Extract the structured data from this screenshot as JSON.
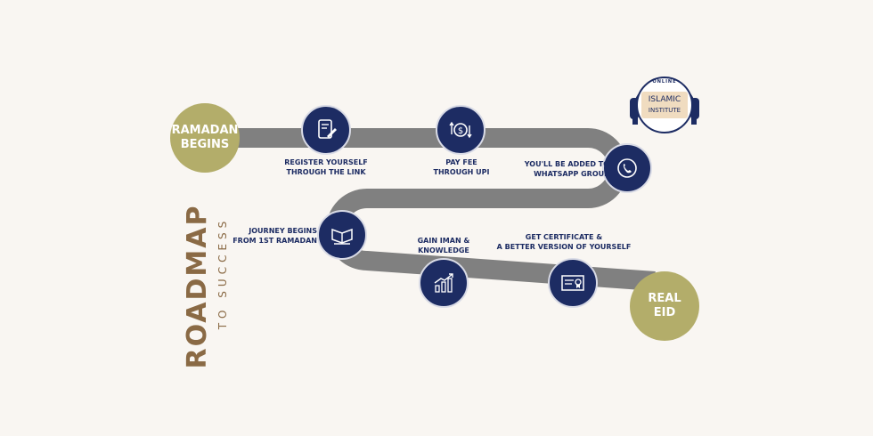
{
  "colors": {
    "background": "#f9f6f2",
    "road": "#808080",
    "step_circle": "#1d2c63",
    "endpoint": "#b3ad6a",
    "title": "#8a6a45"
  },
  "roadmap": {
    "title": "ROADMAP",
    "subtitle": "TO SUCCESS"
  },
  "start": {
    "label": "RAMADAN\nBEGINS"
  },
  "end": {
    "label": "REAL\nEID"
  },
  "steps": [
    {
      "icon": "register-form-icon",
      "label": "REGISTER YOURSELF\nTHROUGH THE LINK"
    },
    {
      "icon": "rupee-payment-icon",
      "label": "PAY FEE\nTHROUGH UPI"
    },
    {
      "icon": "whatsapp-phone-icon",
      "label": "YOU'LL BE ADDED TO\nWHATSAPP GROUP"
    },
    {
      "icon": "quran-book-icon",
      "label": "JOURNEY BEGINS\nFROM 1ST RAMADAN"
    },
    {
      "icon": "growth-chart-icon",
      "label": "GAIN IMAN &\nKNOWLEDGE"
    },
    {
      "icon": "certificate-icon",
      "label": "GET CERTIFICATE &\nA BETTER VERSION OF YOURSELF"
    }
  ],
  "logo": {
    "top_text": "ONLINE",
    "line1": "ISLAMIC",
    "line2": "INSTITUTE"
  }
}
